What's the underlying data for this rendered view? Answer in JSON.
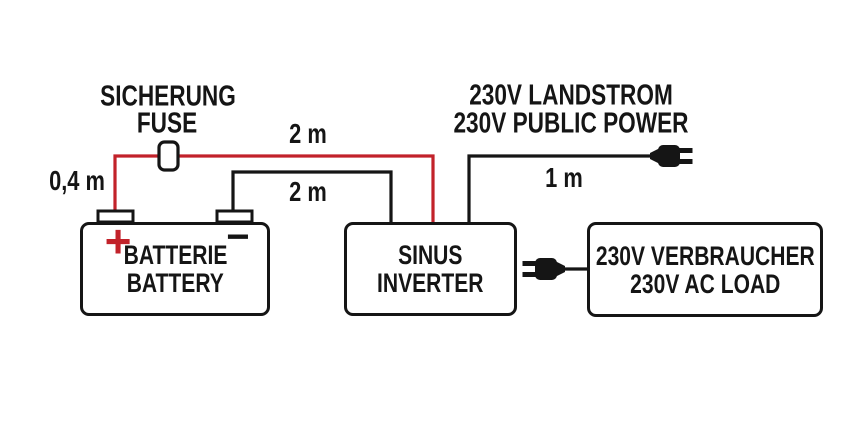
{
  "diagram_title_implicit": "Sinus inverter wiring diagram",
  "colors": {
    "wire_red": "#c2222a",
    "wire_black": "#151515",
    "background": "#ffffff"
  },
  "labels": {
    "fuse_de": "SICHERUNG",
    "fuse_en": "FUSE",
    "shore_de": "230V LANDSTROM",
    "shore_en": "230V PUBLIC POWER",
    "length_battery_positive": "0,4 m",
    "length_red_cable": "2 m",
    "length_black_cable": "2 m",
    "length_shore_cable": "1 m"
  },
  "battery": {
    "plus": "+",
    "minus": "−",
    "line1": "BATTERIE",
    "line2": "BATTERY"
  },
  "inverter": {
    "line1": "SINUS",
    "line2": "INVERTER"
  },
  "load": {
    "line1": "230V VERBRAUCHER",
    "line2": "230V AC LOAD"
  }
}
